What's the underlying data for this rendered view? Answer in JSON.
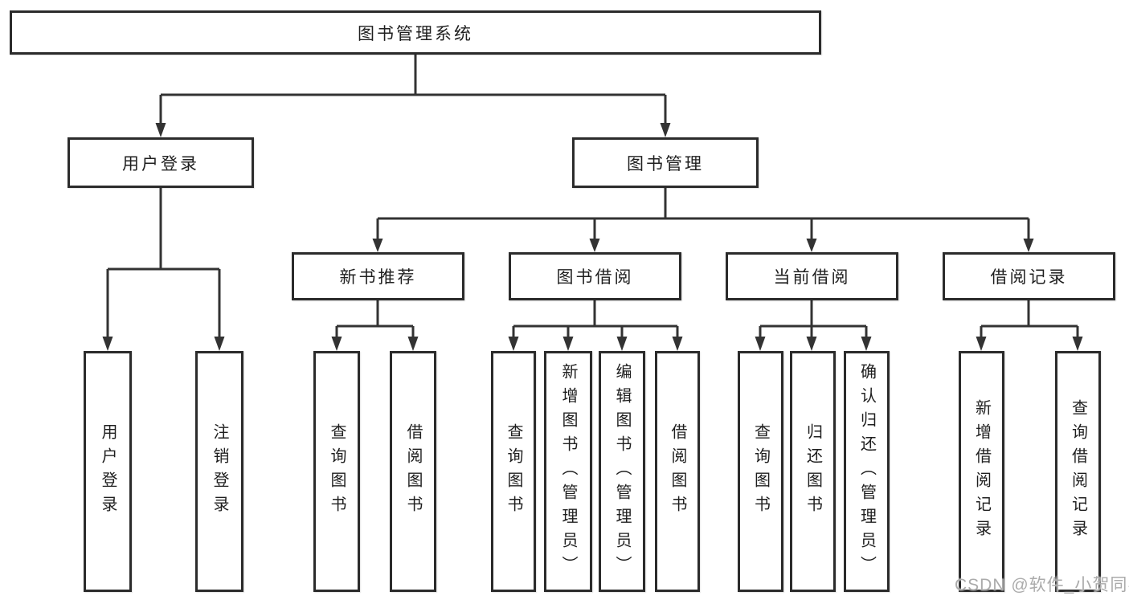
{
  "tree": {
    "root": {
      "label": "图书管理系统",
      "children": [
        {
          "label": "用户登录",
          "children": [
            {
              "label": "用户登录"
            },
            {
              "label": "注销登录"
            }
          ]
        },
        {
          "label": "图书管理",
          "children": [
            {
              "label": "新书推荐",
              "children": [
                {
                  "label": "查询图书"
                },
                {
                  "label": "借阅图书"
                }
              ]
            },
            {
              "label": "图书借阅",
              "children": [
                {
                  "label": "查询图书"
                },
                {
                  "label": "新增图书（管理员）"
                },
                {
                  "label": "编辑图书（管理员）"
                },
                {
                  "label": "借阅图书"
                }
              ]
            },
            {
              "label": "当前借阅",
              "children": [
                {
                  "label": "查询图书"
                },
                {
                  "label": "归还图书"
                },
                {
                  "label": "确认归还（管理员）"
                }
              ]
            },
            {
              "label": "借阅记录",
              "children": [
                {
                  "label": "新增借阅记录"
                },
                {
                  "label": "查询借阅记录"
                }
              ]
            }
          ]
        }
      ]
    }
  },
  "watermark": "CSDN @软件_小贺同学",
  "colors": {
    "line": "#333333",
    "box_border": "#2b2b2b",
    "box_fill": "#ffffff",
    "text": "#1f1f1f",
    "watermark": "#ababab",
    "background": "#ffffff"
  }
}
